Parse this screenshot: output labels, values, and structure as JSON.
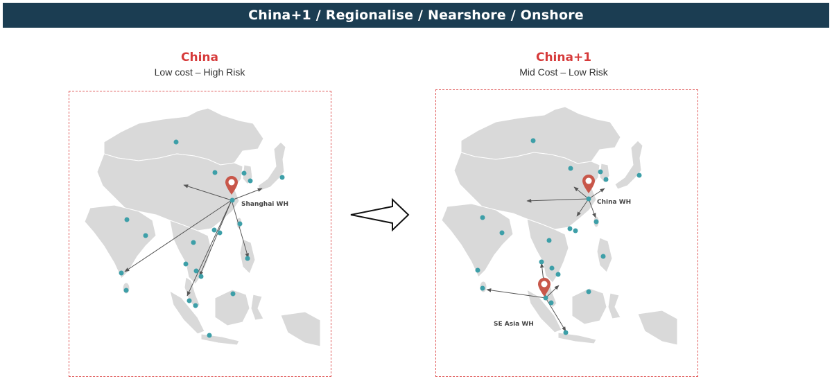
{
  "header": {
    "title": "China+1 / Regionalise / Nearshore / Onshore"
  },
  "left_panel": {
    "title": "China",
    "subtitle": "Low cost – High Risk",
    "warehouse_label": "Shanghai WH"
  },
  "right_panel": {
    "title": "China+1",
    "subtitle": "Mid Cost – Low Risk",
    "warehouse_labels": [
      "China WH",
      "SE Asia WH"
    ]
  },
  "colors": {
    "banner": "#1b3d52",
    "title_red": "#d63a3a",
    "land": "#d9d9d9",
    "dot": "#3d9fa8",
    "pin": "#c8574a",
    "arrow": "#555555",
    "frame": "#e05a5a"
  },
  "icons": [
    "location-pin-icon",
    "destination-dot-icon",
    "transition-arrow-icon"
  ]
}
